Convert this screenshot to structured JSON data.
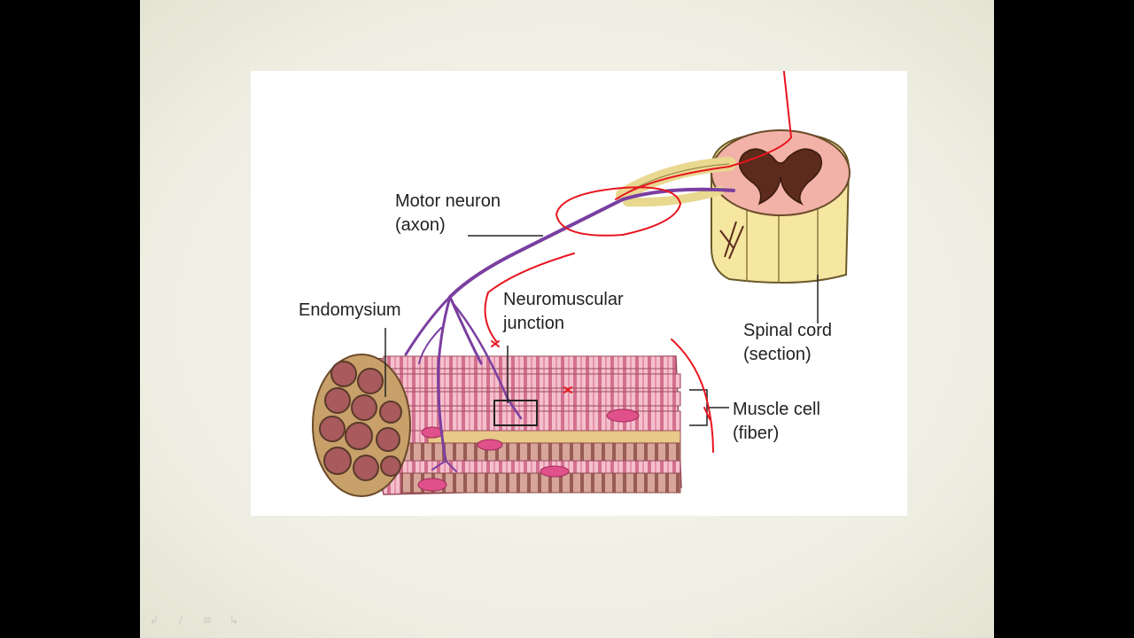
{
  "labels": {
    "motor_neuron": [
      "Motor neuron",
      "(axon)"
    ],
    "endomysium": "Endomysium",
    "neuromuscular_junction": [
      "Neuromuscular",
      "junction"
    ],
    "spinal_cord": [
      "Spinal cord",
      "(section)"
    ],
    "muscle_cell": [
      "Muscle cell",
      "(fiber)"
    ]
  },
  "colors": {
    "slide_background": "#eeeee2",
    "outer_background": "#000000",
    "muscle_pink": "#f2b6c6",
    "striation": "#c9557a",
    "nucleus": "#e0508a",
    "nerve_purple": "#7a3fa0",
    "spinal_yellow": "#f5e6a0",
    "grey_matter": "#5c2b1c",
    "annotation_red": "#e8141e"
  },
  "toolbar": {
    "icons": [
      "back-arrow-icon",
      "pen-icon",
      "menu-icon",
      "forward-arrow-icon"
    ]
  }
}
